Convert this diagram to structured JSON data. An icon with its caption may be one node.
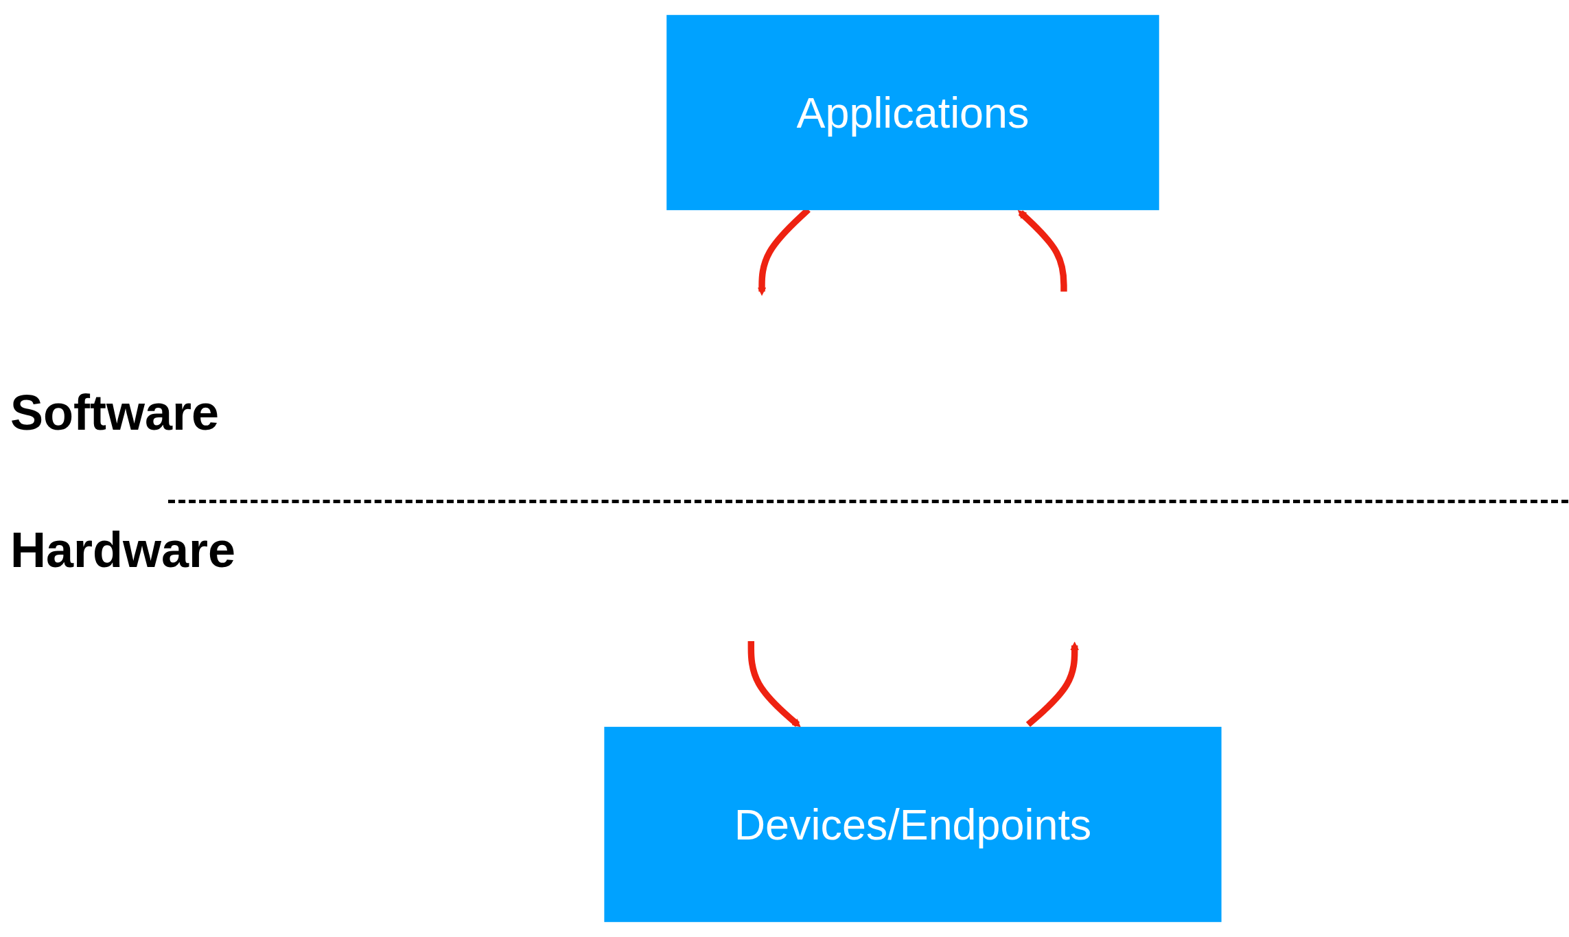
{
  "diagram": {
    "nodes": [
      {
        "text": [
          "Applications"
        ]
      },
      {
        "text": [
          "Devices/Endpoints"
        ]
      }
    ],
    "edges": [
      {
        "from": 0,
        "to": null,
        "arrow": "to",
        "color": "#ee2211"
      },
      {
        "from": null,
        "to": 0,
        "arrow": "to",
        "color": "#ee2211"
      },
      {
        "from": null,
        "to": 1,
        "arrow": "to",
        "color": "#ee2211"
      },
      {
        "from": 1,
        "to": null,
        "arrow": "to",
        "color": "#ee2211"
      }
    ],
    "labels": [
      "Software",
      "Hardware"
    ]
  }
}
